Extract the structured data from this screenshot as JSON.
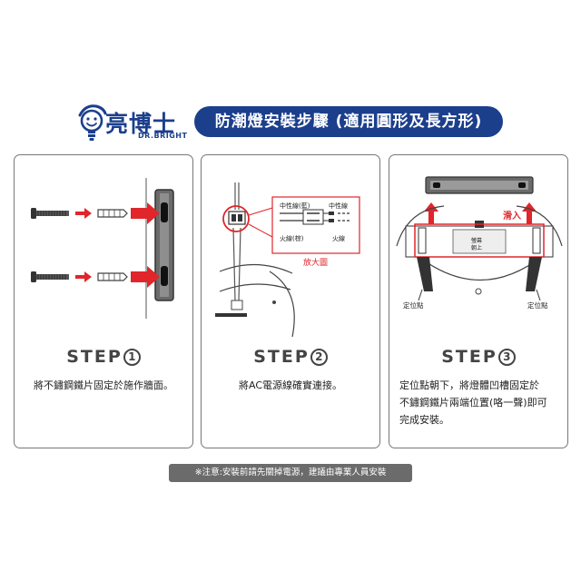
{
  "header": {
    "brand_name": "亮博士",
    "brand_sub": "DR.BRIGHT",
    "title": "防潮燈安裝步驟 (適用圓形及長方形)"
  },
  "steps": [
    {
      "label": "STEP",
      "number": "1",
      "description": "將不鏽鋼鐵片固定於施作牆面。"
    },
    {
      "label": "STEP",
      "number": "2",
      "description": "將AC電源線確實連接。"
    },
    {
      "label": "STEP",
      "number": "3",
      "description_lines": [
        "定位點朝下，將燈體凹槽固定於",
        "不鏽鋼鐵片兩端位置(咯一聲)即可",
        "完成安裝。"
      ]
    }
  ],
  "step2_labels": {
    "neutral_left": "中性線(藍)",
    "neutral_right": "中性線",
    "live_left": "火線(棕)",
    "live_right": "火線",
    "zoom": "放大圖"
  },
  "step3_labels": {
    "slide_in": "滑入",
    "lamp_l1": "螢幕",
    "lamp_l2": "朝上",
    "pos_left": "定位點",
    "pos_right": "定位點"
  },
  "note": "※注意:安裝前請先關掉電源，建議由專業人員安裝",
  "colors": {
    "brand": "#1c3f8c",
    "accent_red": "#e0262b",
    "note_bg": "#6b6b6b"
  }
}
